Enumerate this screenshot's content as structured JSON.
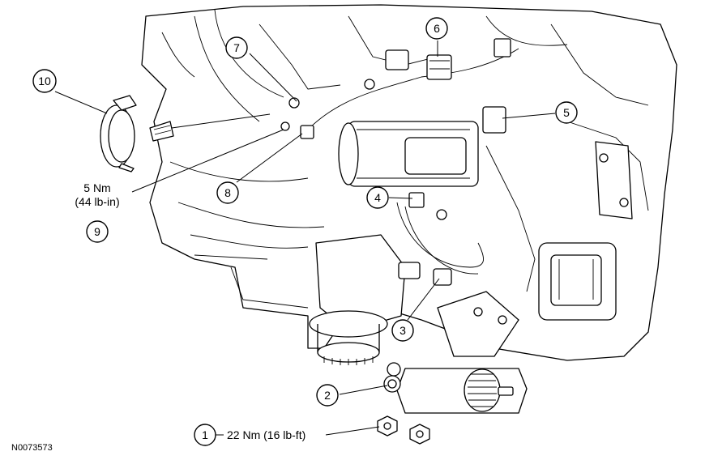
{
  "figure_id": "N0073573",
  "callouts": [
    {
      "number": "1",
      "text": "22 Nm (16 lb-ft)"
    },
    {
      "number": "2"
    },
    {
      "number": "3"
    },
    {
      "number": "4"
    },
    {
      "number": "5"
    },
    {
      "number": "6"
    },
    {
      "number": "7"
    },
    {
      "number": "8"
    },
    {
      "number": "9",
      "text_line1": "5 Nm",
      "text_line2": "(44 lb-in)"
    },
    {
      "number": "10"
    }
  ]
}
